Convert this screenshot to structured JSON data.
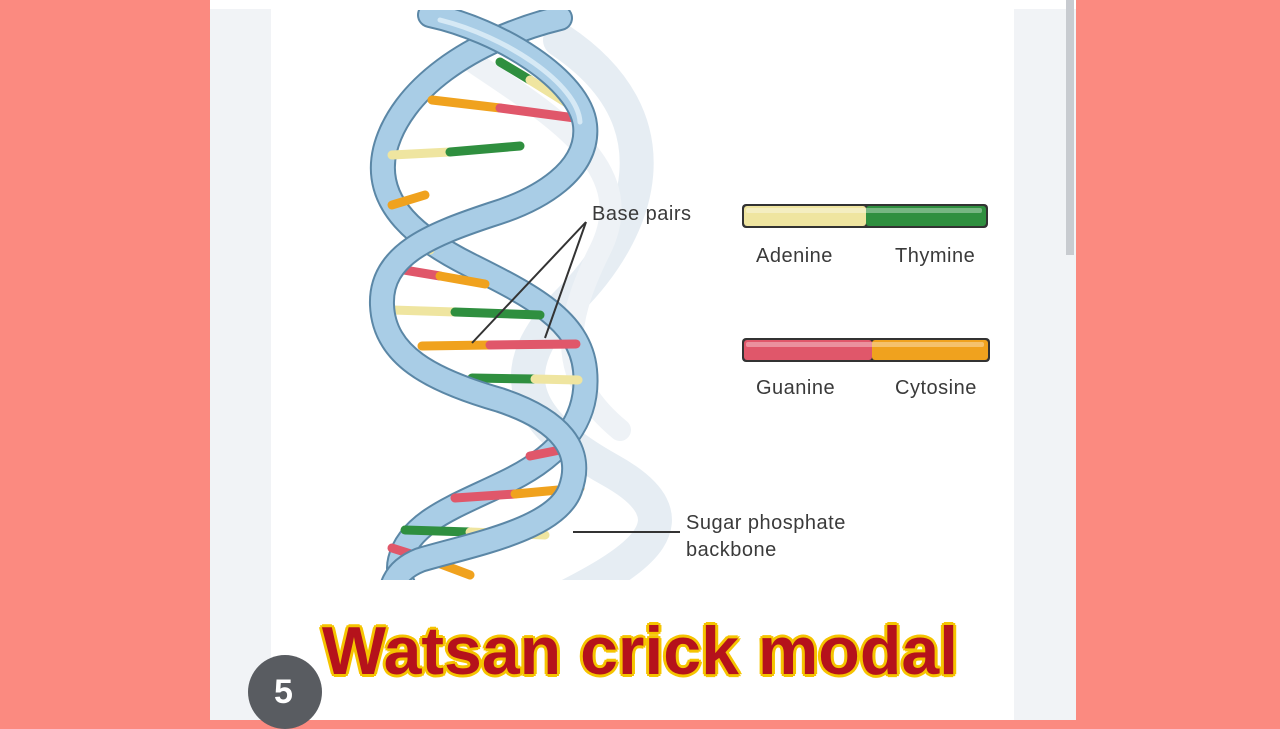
{
  "labels": {
    "base_pairs": "Base pairs",
    "adenine": "Adenine",
    "thymine": "Thymine",
    "guanine": "Guanine",
    "cytosine": "Cytosine",
    "backbone_line1": "Sugar phosphate",
    "backbone_line2": "backbone"
  },
  "caption": "Watsan crick modal",
  "fab_glyph": "5",
  "colors": {
    "background": "#fb8a80",
    "adenine": "#efe5a0",
    "thymine": "#2f8f3f",
    "guanine": "#e0576a",
    "cytosine": "#f0a21e",
    "backbone": "#a9cde6",
    "backbone_stroke": "#5b87a6",
    "caption_text": "#b5121b",
    "caption_outline": "#f5c400"
  },
  "icons": {
    "fab": "circle-button-icon"
  }
}
